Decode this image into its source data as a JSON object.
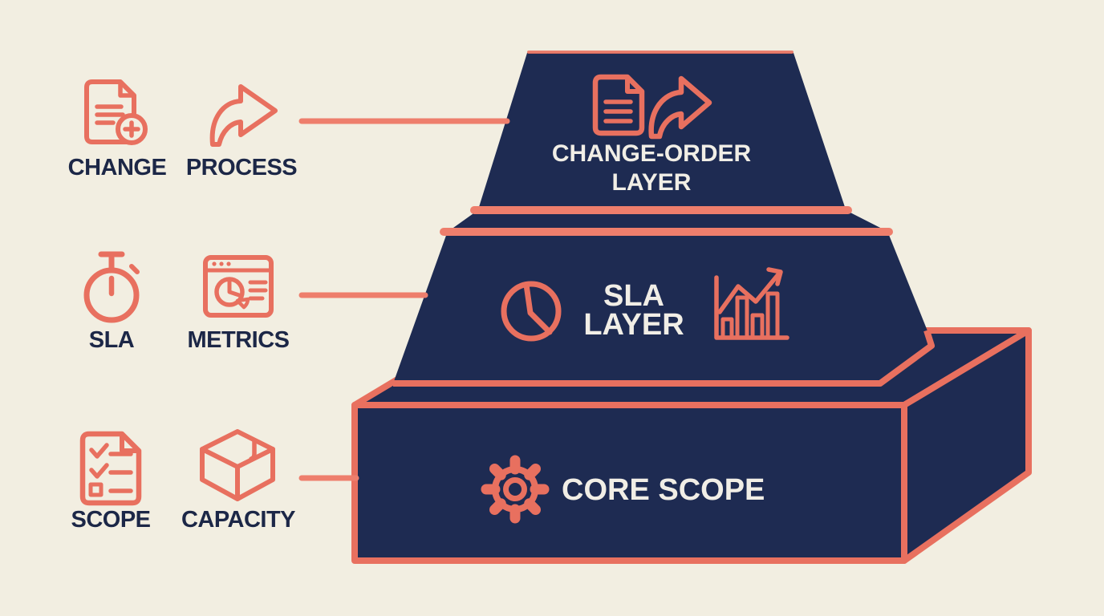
{
  "colors": {
    "bg": "#f2eee1",
    "navy": "#1e2b52",
    "coral": "#e8705f",
    "coral2": "#ee7e6c",
    "text": "#f1eee6",
    "label": "#1c2747"
  },
  "legend": {
    "rows": [
      {
        "items": [
          {
            "icon": "document-plus-icon",
            "label": "CHANGE"
          },
          {
            "icon": "curved-arrow-icon",
            "label": "PROCESS"
          }
        ]
      },
      {
        "items": [
          {
            "icon": "stopwatch-icon",
            "label": "SLA"
          },
          {
            "icon": "browser-metrics-icon",
            "label": "METRICS"
          }
        ]
      },
      {
        "items": [
          {
            "icon": "checklist-document-icon",
            "label": "SCOPE"
          },
          {
            "icon": "package-box-icon",
            "label": "CAPACITY"
          }
        ]
      }
    ]
  },
  "pyramid": {
    "layers": [
      {
        "name": "change-order",
        "title_line1": "CHANGE-ORDER",
        "title_line2": "LAYER",
        "icons": [
          "document-icon",
          "curved-arrow-icon"
        ]
      },
      {
        "name": "sla",
        "title_line1": "SLA",
        "title_line2": "LAYER",
        "icons": [
          "clock-icon",
          "bar-chart-trend-icon"
        ]
      },
      {
        "name": "core-scope",
        "title": "CORE SCOPE",
        "icons": [
          "gear-icon"
        ]
      }
    ]
  }
}
